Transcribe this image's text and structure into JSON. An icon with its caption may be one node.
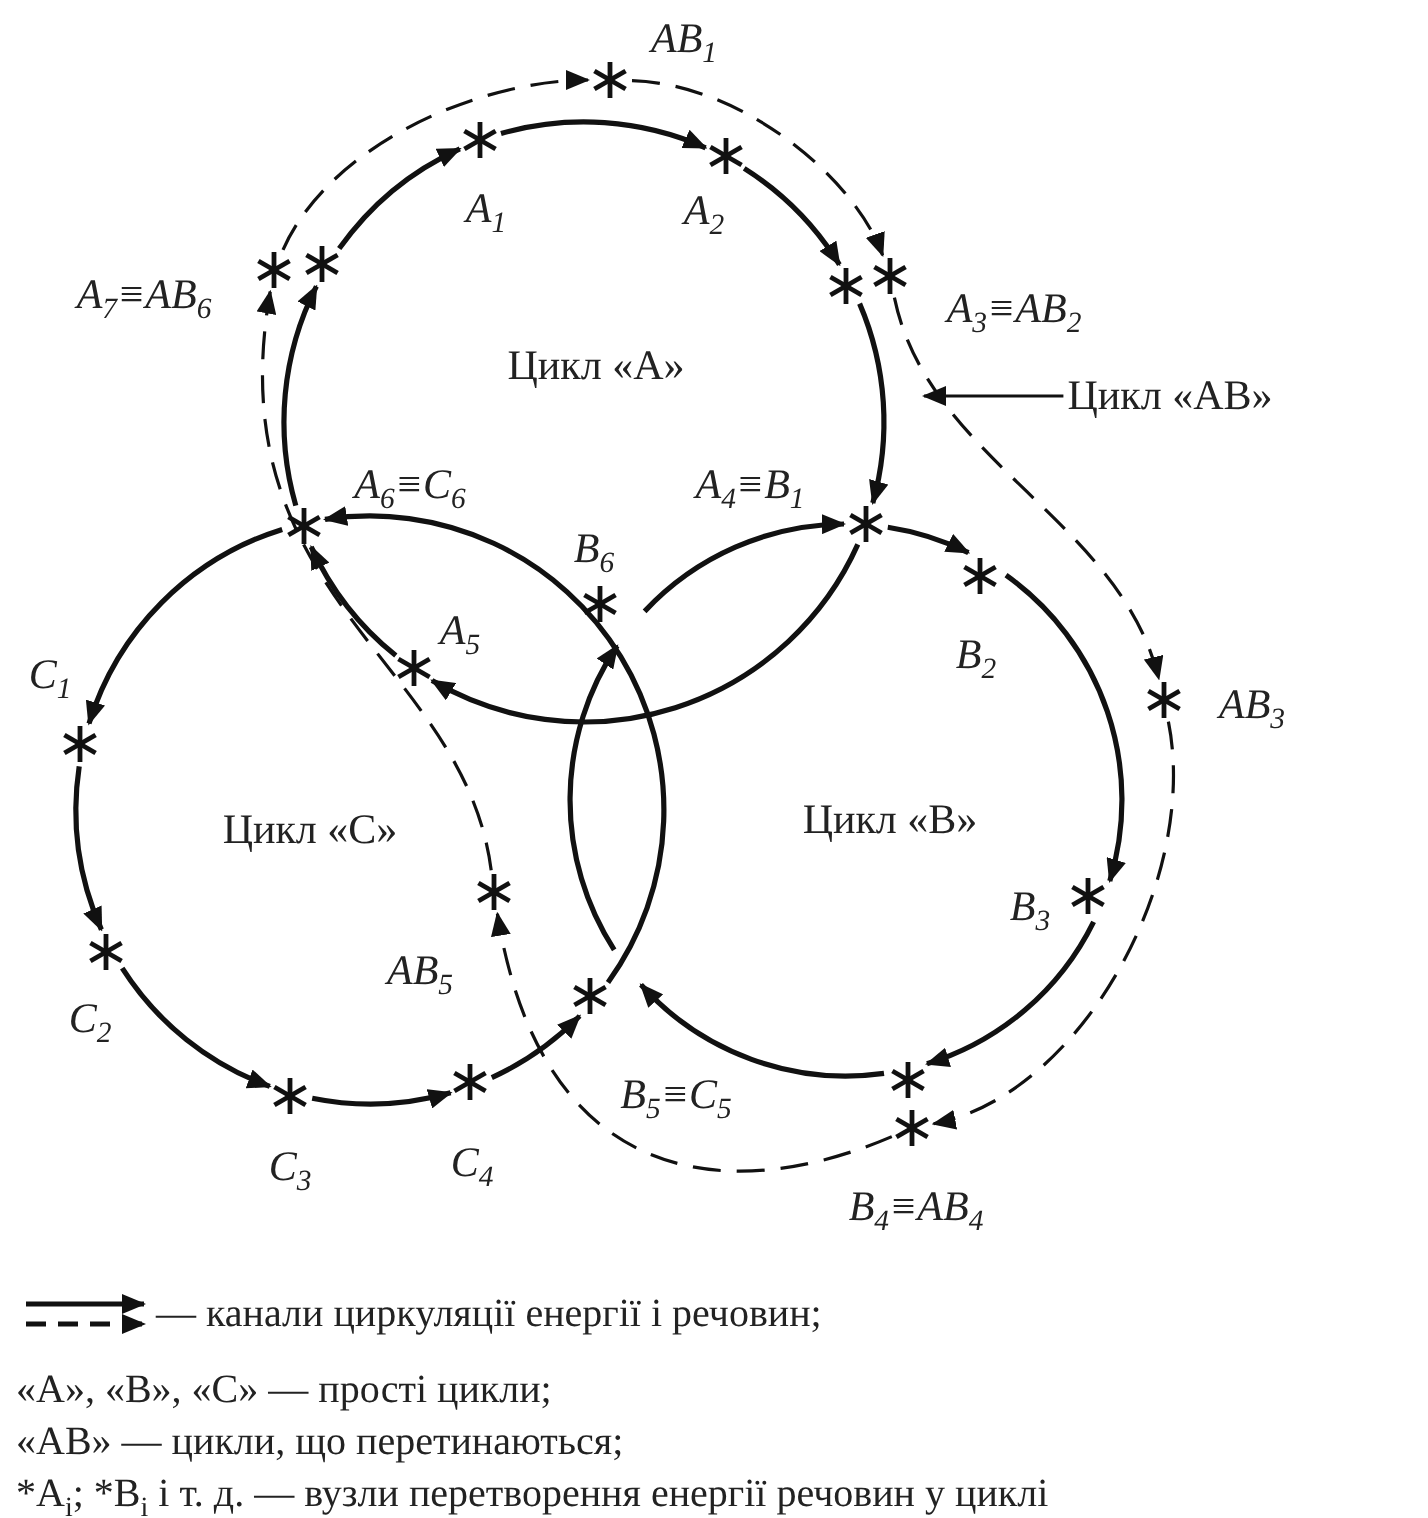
{
  "diagram": {
    "nodes": [
      {
        "text": [],
        "shape": "star",
        "beside": [
          "AB$_{1}$"
        ]
      },
      {
        "text": [],
        "shape": "star",
        "beside": [
          "A$_{1}$"
        ]
      },
      {
        "text": [],
        "shape": "star",
        "beside": [
          "A$_{2}$"
        ]
      },
      {
        "text": [],
        "shape": "star"
      },
      {
        "text": [],
        "shape": "star",
        "beside": [
          "A$_{7}$≡AB$_{6}$"
        ]
      },
      {
        "text": [],
        "shape": "star",
        "beside": [
          "A$_{3}$≡AB$_{2}$"
        ]
      },
      {
        "text": [],
        "shape": "star"
      },
      {
        "text": [
          "Цикл «АВ»"
        ]
      },
      {
        "text": [],
        "shape": "star",
        "beside": [
          "A$_{6}$≡C$_{6}$"
        ]
      },
      {
        "text": [],
        "shape": "star",
        "beside": [
          "A$_{4}$≡B$_{1}$"
        ]
      },
      {
        "text": [],
        "shape": "star",
        "beside": [
          "B$_{2}$"
        ]
      },
      {
        "text": [],
        "shape": "star",
        "beside": [
          "B$_{6}$"
        ]
      },
      {
        "text": [],
        "shape": "star",
        "beside": [
          "A$_{5}$"
        ]
      },
      {
        "text": [],
        "shape": "star",
        "beside": [
          "AB$_{3}$"
        ]
      },
      {
        "text": [],
        "shape": "star",
        "beside": [
          "C$_{1}$"
        ]
      },
      {
        "text": [],
        "shape": "star",
        "beside": [
          "AB$_{5}$"
        ]
      },
      {
        "text": [],
        "shape": "star",
        "beside": [
          "B$_{3}$"
        ]
      },
      {
        "text": [],
        "shape": "star",
        "beside": [
          "C$_{2}$"
        ]
      },
      {
        "text": [],
        "shape": "star",
        "beside": [
          "B$_{5}$≡C$_{5}$"
        ]
      },
      {
        "text": [],
        "shape": "star"
      },
      {
        "text": [],
        "shape": "star",
        "beside": [
          "C$_{4}$"
        ]
      },
      {
        "text": [],
        "shape": "star",
        "beside": [
          "C$_{3}$"
        ]
      },
      {
        "text": [],
        "shape": "star",
        "beside": [
          "B$_{4}$≡AB$_{4}$"
        ]
      }
    ],
    "edges": [
      {
        "from": 3,
        "to": 1,
        "arrow": "to"
      },
      {
        "from": 1,
        "to": 2,
        "arrow": "to"
      },
      {
        "from": 2,
        "to": 6,
        "arrow": "to"
      },
      {
        "from": 6,
        "to": 9,
        "arrow": "to"
      },
      {
        "from": 9,
        "to": 12,
        "arrow": "to"
      },
      {
        "from": 12,
        "to": 8,
        "arrow": "to"
      },
      {
        "from": 8,
        "to": 3,
        "arrow": "to"
      },
      {
        "from": 9,
        "to": 10,
        "arrow": "to"
      },
      {
        "from": 10,
        "to": 16,
        "arrow": "to"
      },
      {
        "from": 16,
        "to": 19,
        "arrow": "to"
      },
      {
        "from": 19,
        "to": 18,
        "arrow": "to"
      },
      {
        "from": 18,
        "to": 11,
        "arrow": "to"
      },
      {
        "from": 11,
        "to": 9,
        "arrow": "to"
      },
      {
        "from": 8,
        "to": 14,
        "arrow": "to"
      },
      {
        "from": 14,
        "to": 17,
        "arrow": "to"
      },
      {
        "from": 17,
        "to": 21,
        "arrow": "to"
      },
      {
        "from": 21,
        "to": 20,
        "arrow": "to"
      },
      {
        "from": 20,
        "to": 18,
        "arrow": "to"
      },
      {
        "from": 18,
        "to": 8,
        "arrow": "to"
      },
      {
        "from": 0,
        "to": 5,
        "arrow": "to",
        "style": "dashed"
      },
      {
        "from": 5,
        "to": 13,
        "arrow": "to",
        "style": "dashed"
      },
      {
        "from": 13,
        "to": 22,
        "arrow": "to",
        "style": "dashed"
      },
      {
        "from": 22,
        "to": 15,
        "arrow": "to",
        "style": "dashed"
      },
      {
        "from": 15,
        "to": 4,
        "arrow": "to",
        "style": "dashed"
      },
      {
        "from": 4,
        "to": 0,
        "arrow": "to",
        "style": "dashed"
      },
      {
        "from": 7,
        "to": null,
        "arrow": "to"
      }
    ],
    "labels": [
      "Цикл «А»",
      "Цикл «С»",
      "Цикл «В»",
      "«А», «В», «С» — прості цикли;",
      "«АВ» — цикли, що перетинаються;",
      "*A$_{i}$; *B$_{i}$ і т. д. — вузли перетворення енергії речовин у циклі"
    ],
    "legend": [
      {
        "text": "— канали циркуляції енергії і речовин;"
      }
    ]
  }
}
